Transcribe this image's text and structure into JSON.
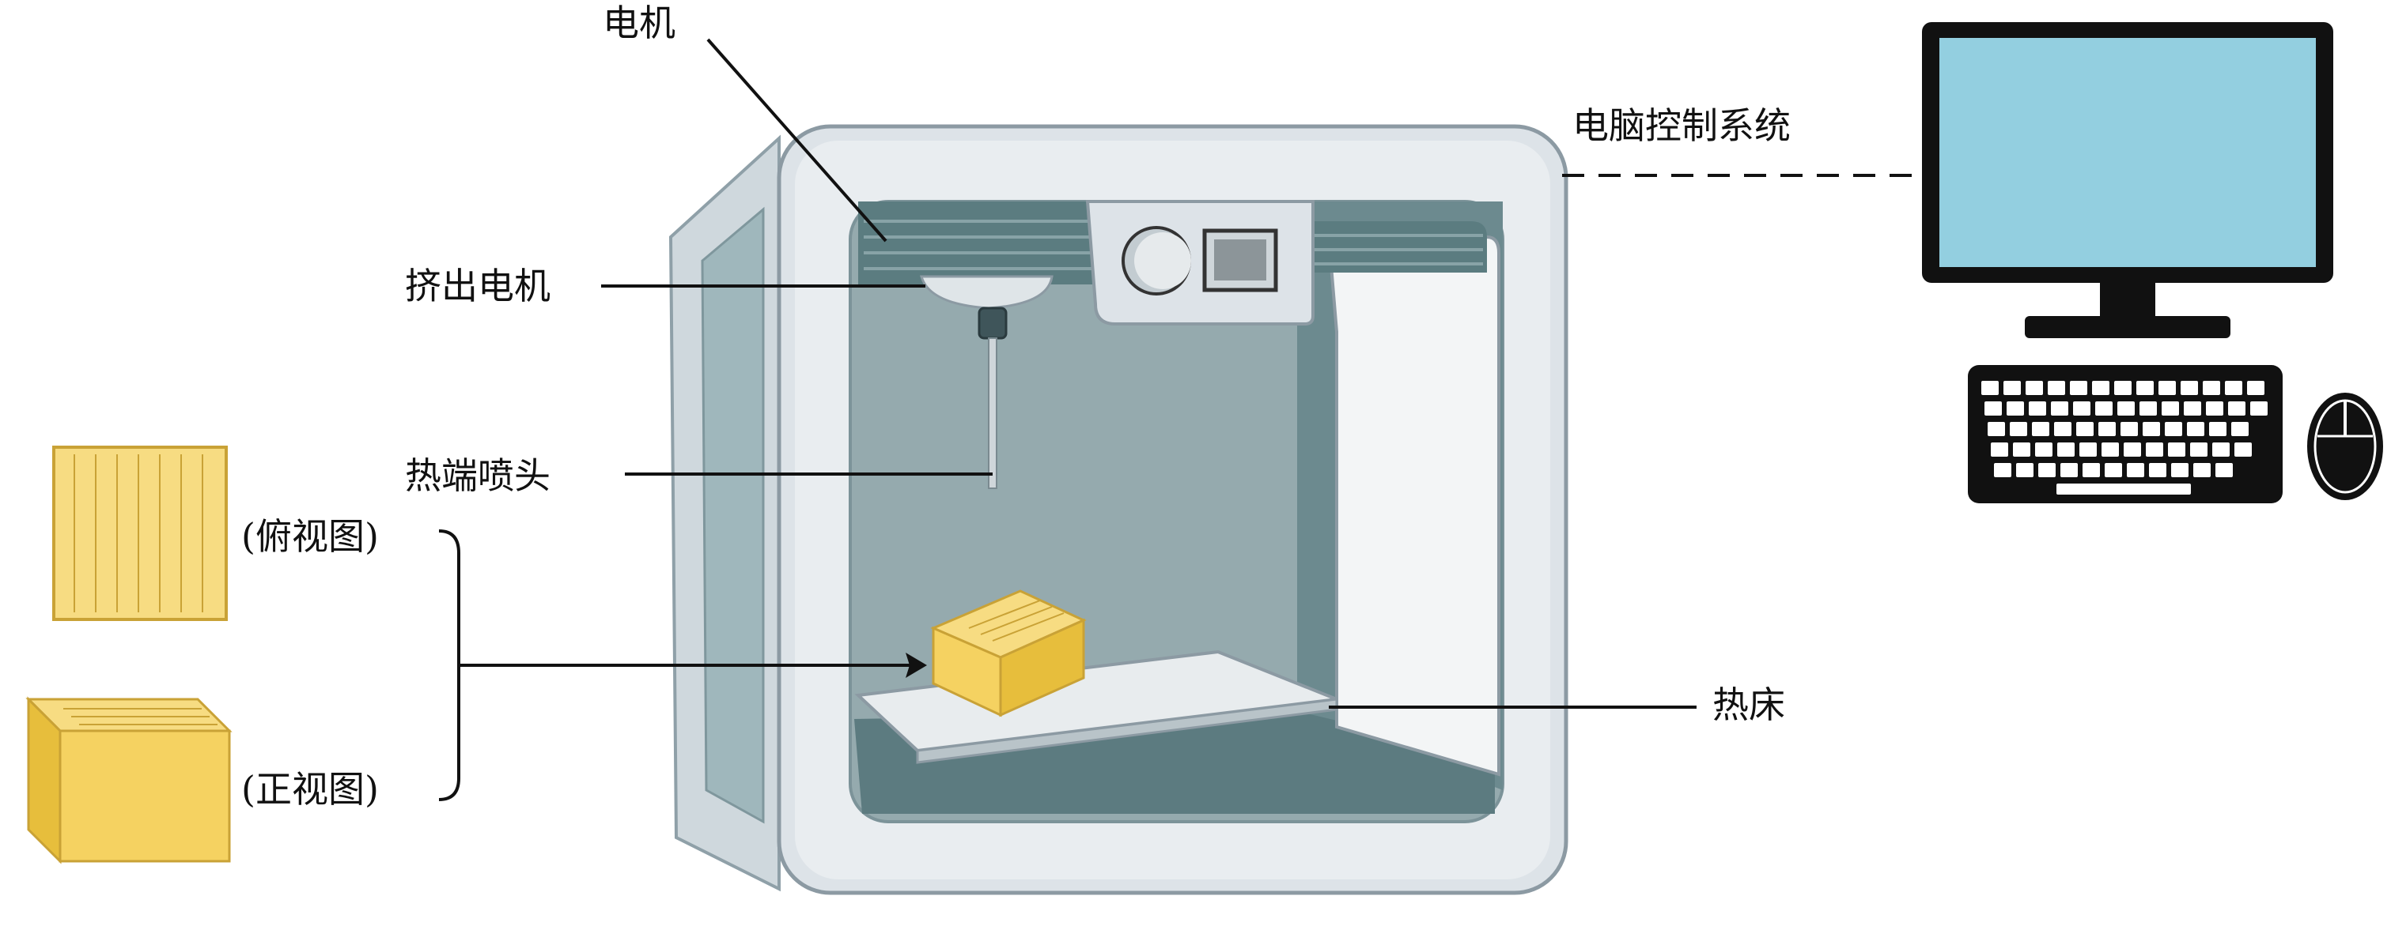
{
  "labels": {
    "motor": "电机",
    "extruder_motor": "挤出电机",
    "hotend_nozzle": "热端喷头",
    "heated_bed": "热床",
    "computer_control": "电脑控制系统",
    "top_view": "(俯视图)",
    "front_view": "(正视图)"
  },
  "colors": {
    "frame_outer": "#dde3e8",
    "frame_inner": "#e9edf0",
    "interior_back": "#95aaae",
    "interior_side": "#6c8a8f",
    "interior_dark": "#4a6a70",
    "glass_side": "#9fb7bc",
    "rail": "#5b7c80",
    "bed": "#e8ecee",
    "print_top": "#f7dc82",
    "print_front": "#f5d261",
    "print_side": "#e7be3c",
    "print_stroke": "#c9a236",
    "monitor_screen": "#93cfe0",
    "monitor_frame": "#111111",
    "line": "#111111"
  },
  "icons": [
    "3d-printer-icon",
    "computer-monitor-icon",
    "keyboard-icon",
    "mouse-icon",
    "printed-block-icon"
  ]
}
